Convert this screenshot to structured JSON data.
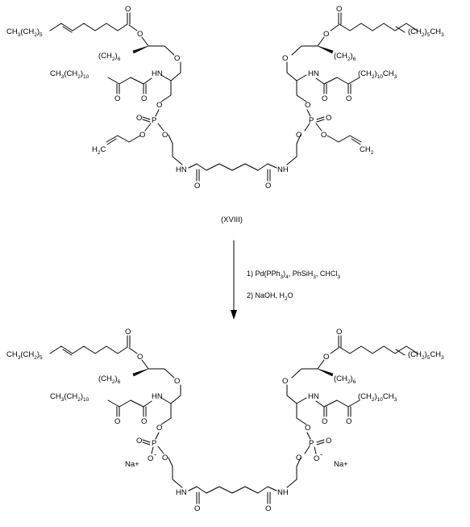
{
  "diagram": {
    "compound_label": "(XVIII)",
    "conditions": [
      {
        "pre": "1) Pd(PPh",
        "sub": "3",
        "mid": ")",
        "sub2": "4",
        "post": ", PhSiH",
        "sub3": "3",
        "tail": ", CHCl",
        "sub4": "3"
      },
      {
        "pre": "2) NaOH, H",
        "sub": "2",
        "post": "O"
      }
    ],
    "atoms": {
      "ester_chain": {
        "a": "CH",
        "b": "3",
        "c": "(CH",
        "d": "2",
        "e": ")",
        "f": "5"
      },
      "acyl_chain": {
        "a": "CH",
        "b": "3",
        "c": "(CH",
        "d": "2",
        "e": ")",
        "f": "10"
      },
      "side_chain": {
        "a": "(CH",
        "b": "2",
        "c": ")",
        "d": "6"
      },
      "allyl": {
        "a": "H",
        "b": "2",
        "c": "C"
      },
      "allyl_r": {
        "a": "CH",
        "b": "2"
      },
      "ester_chain_r": {
        "a": "(CH",
        "b": "2",
        "c": ")",
        "d": "5",
        "e": "CH",
        "f": "3"
      },
      "acyl_chain_r": {
        "a": "(CH",
        "b": "2",
        "c": ")",
        "d": "10",
        "e": "CH",
        "f": "3"
      },
      "side_chain_r": {
        "a": "(CH",
        "b": "2",
        "c": ")",
        "d": "6"
      },
      "O": "O",
      "N": "N",
      "P": "P",
      "H": "H",
      "NH": "NH",
      "HN": "HN",
      "Na": "Na+",
      "minus": "-"
    }
  }
}
